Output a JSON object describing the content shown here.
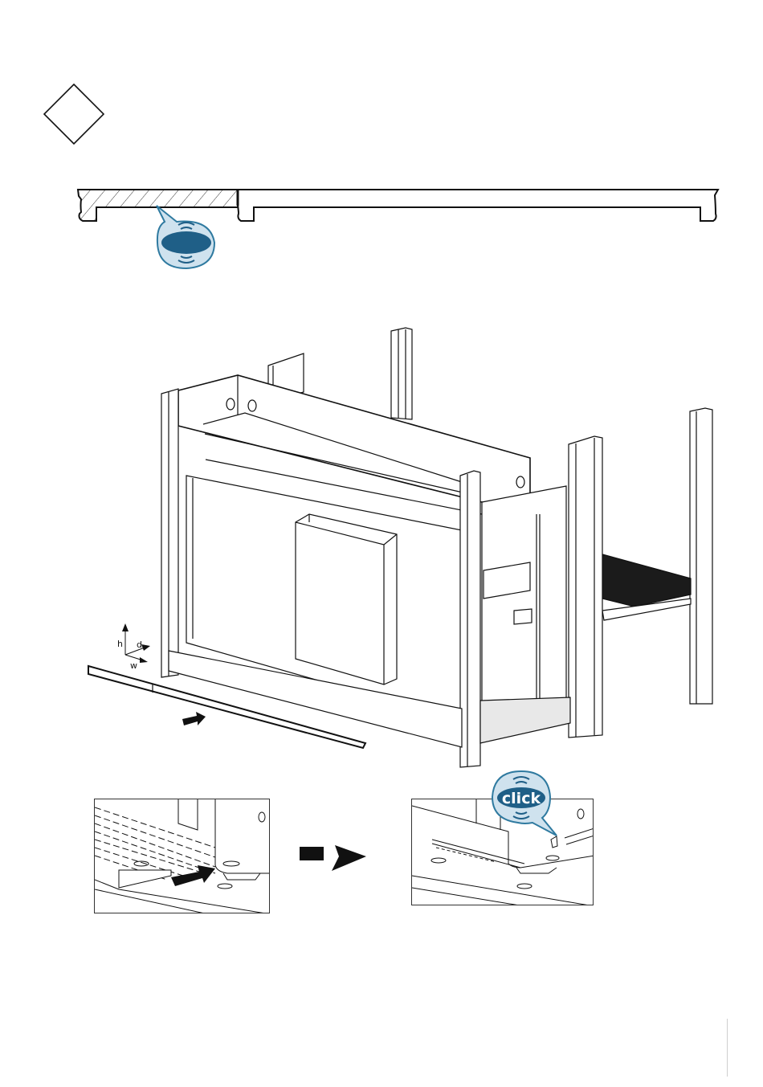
{
  "page": {
    "step_marker": {
      "shape": "diamond",
      "label": ""
    },
    "colors": {
      "line": "#111111",
      "bubble_fill": "#cfe2ee",
      "bubble_stroke": "#2f7aa0",
      "badge_fill": "#1f5f87",
      "panel_border": "#333333"
    }
  },
  "profile_section": {
    "hatched_part": "left-profile",
    "callout_icon": "sound-bubble-icon",
    "callout_text": ""
  },
  "rack_assembly": {
    "axis_labels": {
      "h": "h",
      "d": "d",
      "w": "w"
    },
    "insert_arrow_icon": "arrow-right-icon"
  },
  "detail_steps": {
    "step1_icon": "push-arrow-icon",
    "transition_icon": "arrow-right-icon",
    "step2_callout": {
      "text": "click",
      "icon": "sound-bubble-icon"
    }
  }
}
